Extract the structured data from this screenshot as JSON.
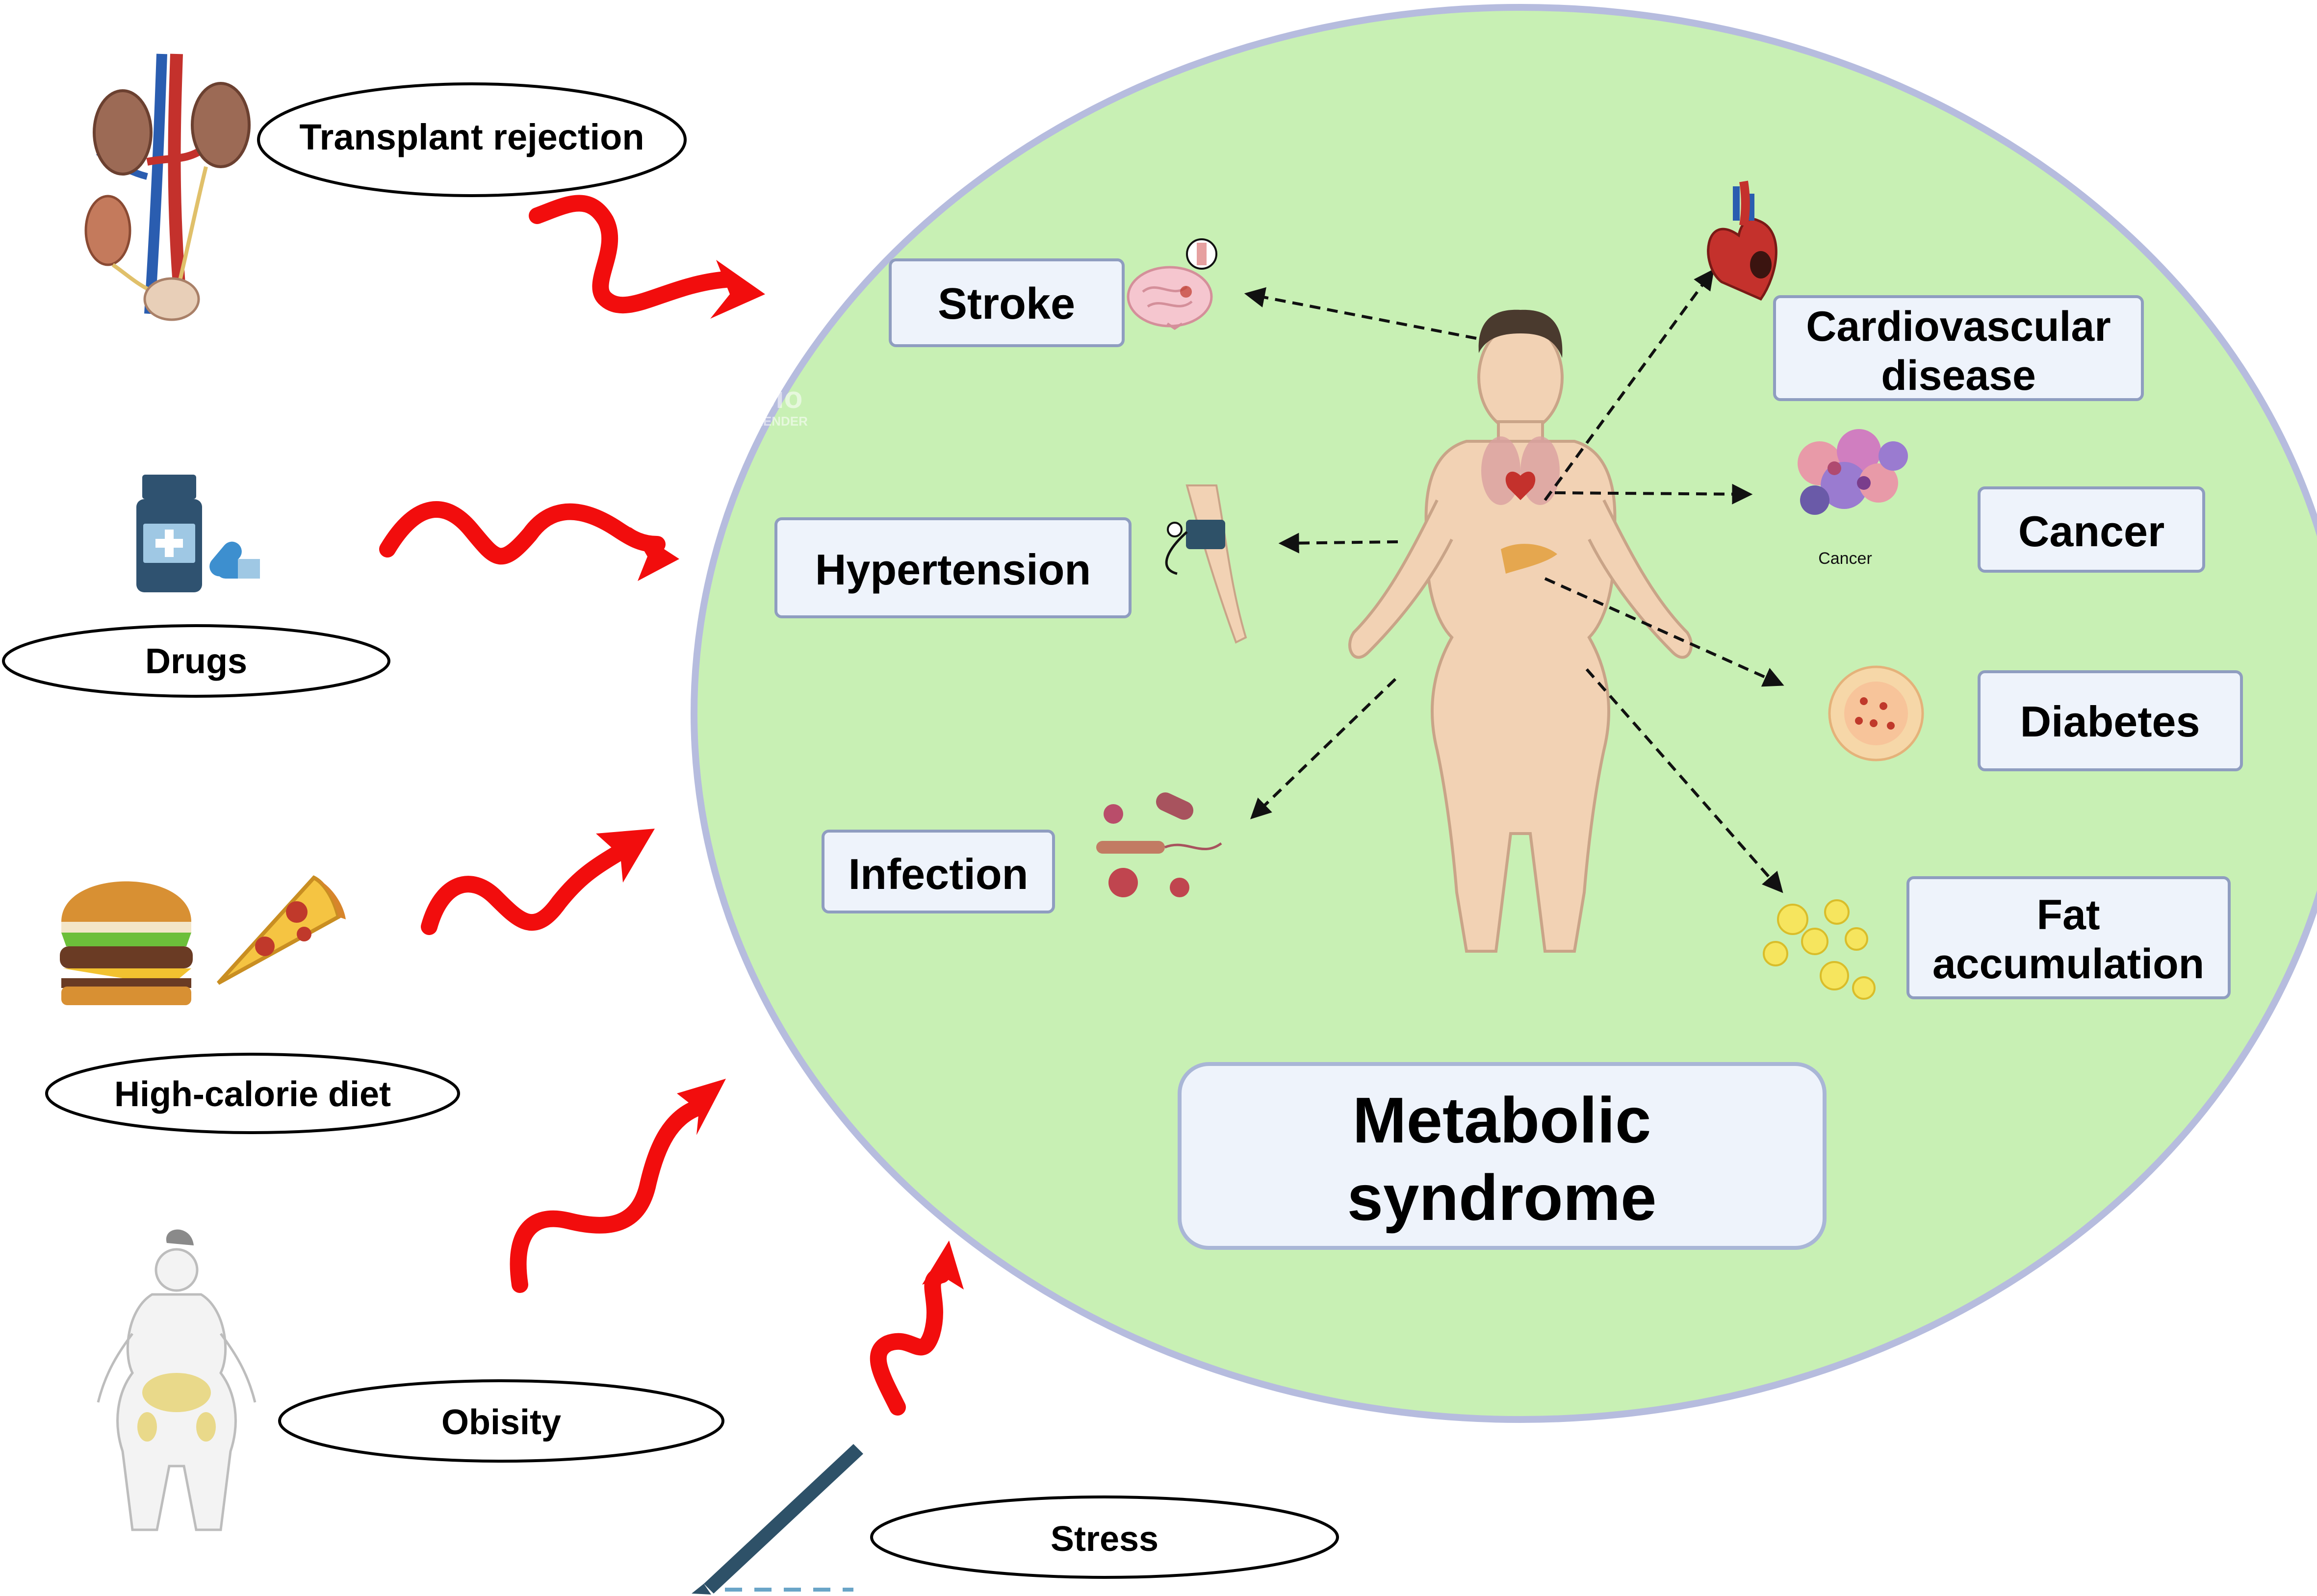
{
  "colors": {
    "circle_fill": "#c8f0b4",
    "circle_stroke": "#b6bcde",
    "box_fill": "#eef3fb",
    "box_stroke": "#8f9dc0",
    "cause_arrow": "#f20d0d",
    "skin": "#f2d2b4",
    "dashed_arrow": "#111111"
  },
  "causes": {
    "transplant": "Transplant rejection",
    "drugs": "Drugs",
    "diet": "High-calorie diet",
    "obesity": "Obisity",
    "stress": "Stress"
  },
  "outcomes": {
    "stroke": "Stroke",
    "hypertension": "Hypertension",
    "infection": "Infection",
    "cardio_line1": "Cardiovascular",
    "cardio_line2": "disease",
    "cancer": "Cancer",
    "cancer_caption": "Cancer",
    "diabetes": "Diabetes",
    "fat_line1": "Fat",
    "fat_line2": "accumulation"
  },
  "center": {
    "line1": "Metabolic",
    "line2": "syndrome"
  },
  "watermark": {
    "line1": "bio",
    "line2": "RENDER"
  },
  "icons": {
    "kidneys": "kidneys-icon",
    "pill_bottle": "pill-bottle-icon",
    "burger": "burger-icon",
    "pizza": "pizza-icon",
    "obese_figure": "obese-figure-icon",
    "scalpel": "scalpel-icon",
    "brain": "brain-icon",
    "bp_cuff": "blood-pressure-cuff-icon",
    "bacteria": "bacteria-icon",
    "heart": "heart-icon",
    "cancer_cells": "cancer-cells-icon",
    "islet": "pancreatic-islet-icon",
    "fat_droplets": "fat-droplets-icon",
    "human_body": "human-body-icon"
  }
}
